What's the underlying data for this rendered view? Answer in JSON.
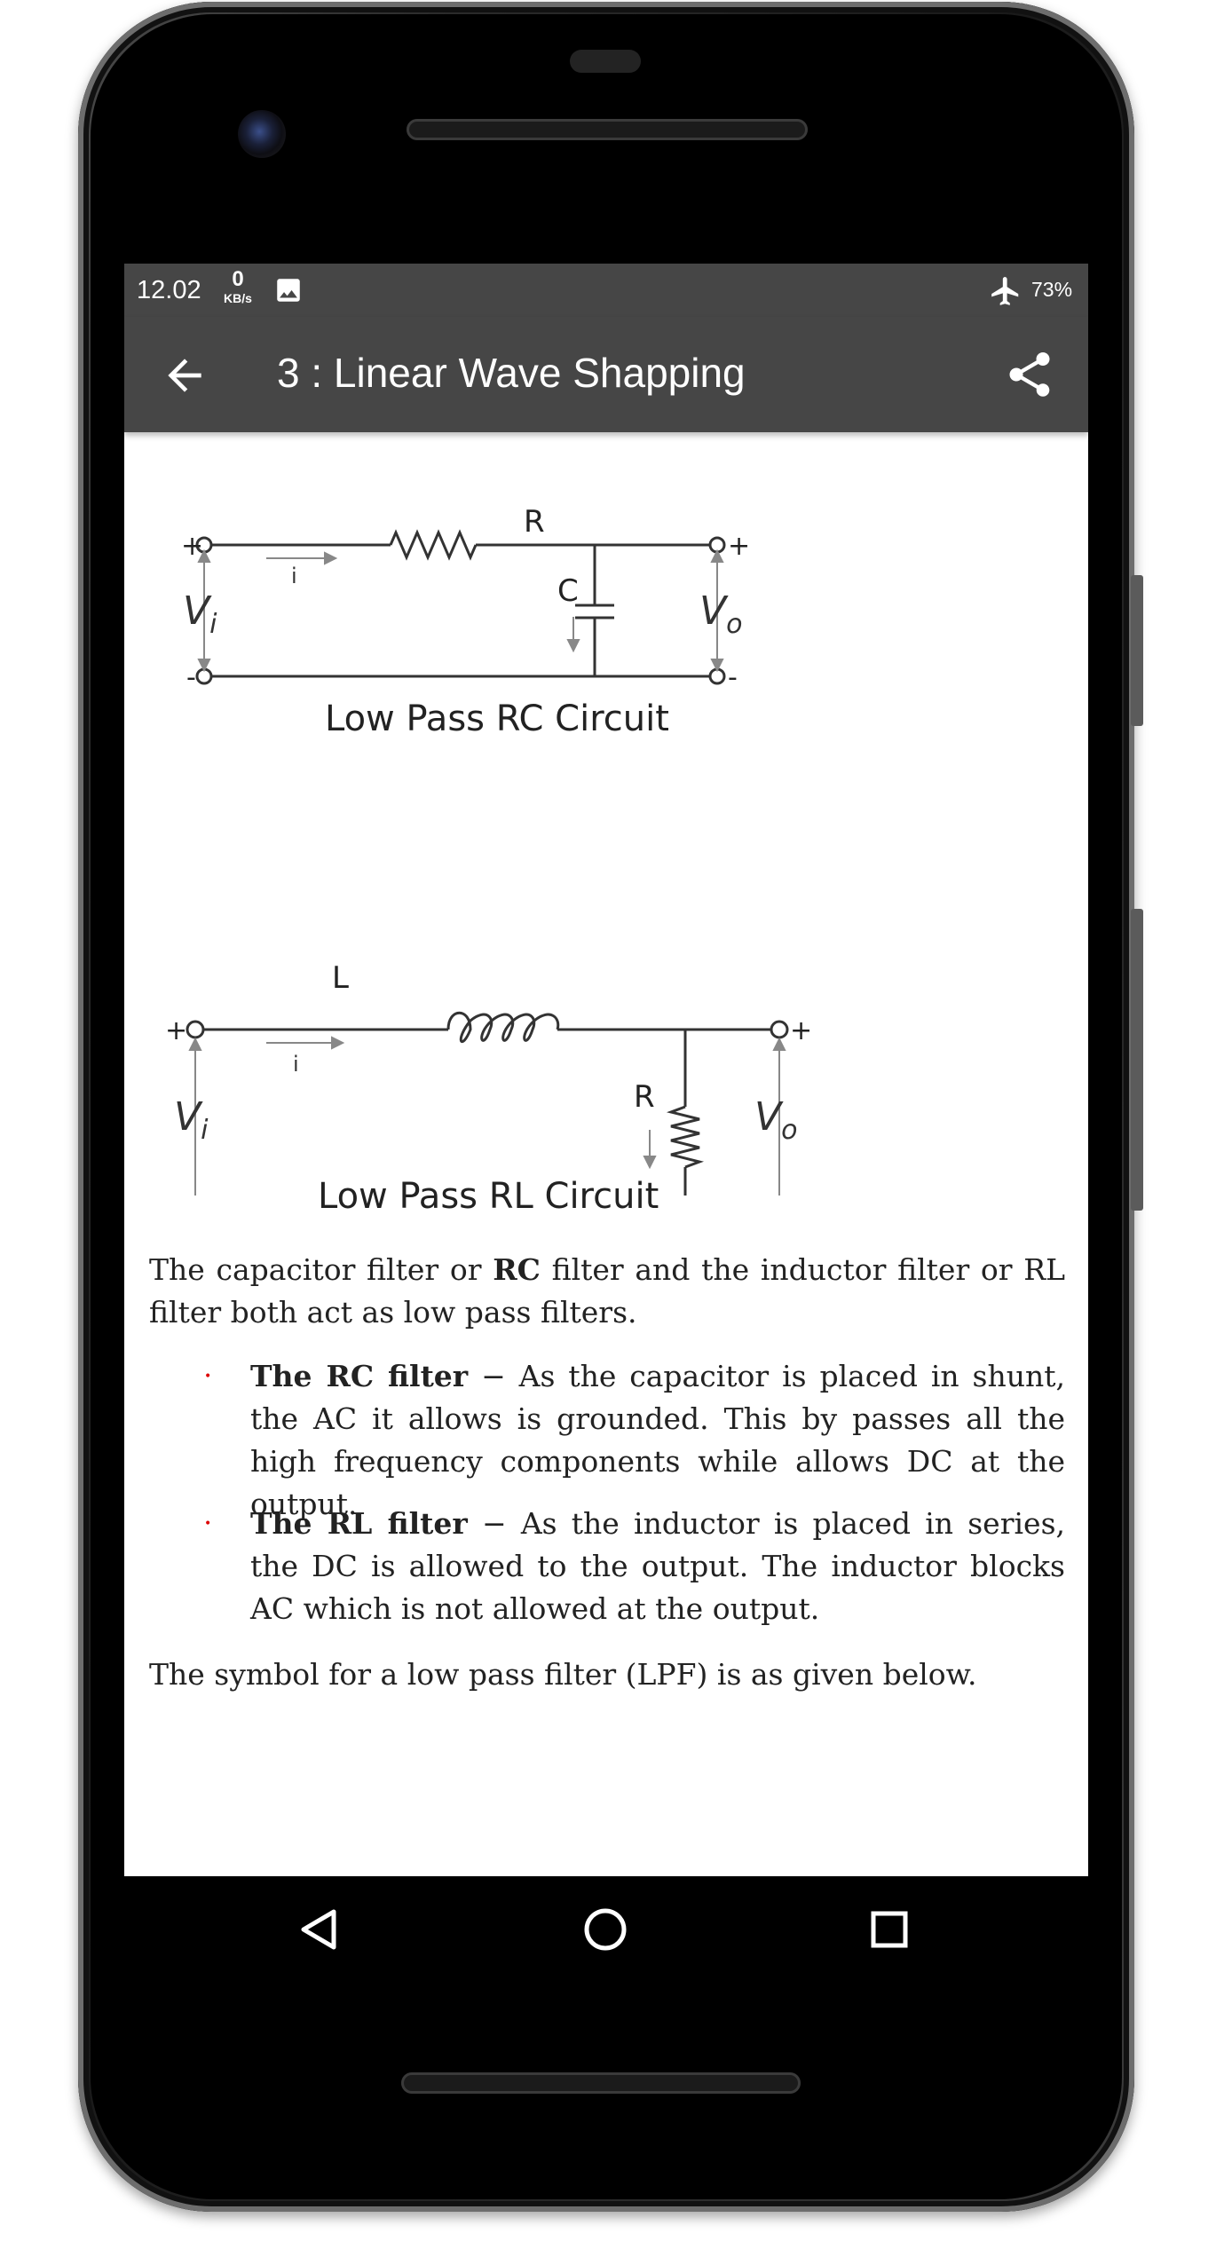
{
  "status_bar": {
    "time": "12.02",
    "net_speed_value": "0",
    "net_speed_unit": "KB/s",
    "battery": "73%",
    "icons": [
      "image-icon",
      "airplane-mode-icon"
    ]
  },
  "app_bar": {
    "title": "3 : Linear Wave Shapping",
    "back_icon": "arrow-back-icon",
    "share_icon": "share-icon"
  },
  "figures": [
    {
      "caption": "Low Pass RC Circuit",
      "labels": {
        "series": "R",
        "shunt": "C",
        "current": "i",
        "input": "V",
        "input_sub": "i",
        "output": "V",
        "output_sub": "o",
        "plus": "+",
        "minus": "-"
      }
    },
    {
      "caption": "Low Pass RL Circuit",
      "labels": {
        "series": "L",
        "shunt": "R",
        "current": "i",
        "input": "V",
        "input_sub": "i",
        "output": "V",
        "output_sub": "o",
        "plus": "+",
        "minus": "-"
      }
    }
  ],
  "intro": {
    "t1": "The capacitor filter or ",
    "b1": "RC",
    "t2": " filter and the inductor filter or RL filter both act as low pass filters."
  },
  "bullets": [
    {
      "bold": "The RC filter",
      "text": " − As the capacitor is placed in shunt, the AC it allows is grounded. This by passes all the high frequency components while allows DC at the output."
    },
    {
      "bold": "The RL filter",
      "text": " − As the inductor is placed in series, the DC is allowed to the output. The inductor blocks AC which is not allowed at the output."
    }
  ],
  "outro": "The symbol for a low pass filter (LPF) is as given below.",
  "nav_bar": {
    "icons": [
      "nav-back-icon",
      "nav-home-icon",
      "nav-recents-icon"
    ]
  },
  "colors": {
    "app_bar": "#464646",
    "background": "#ffffff",
    "bullet_dot": "#dd0000"
  }
}
